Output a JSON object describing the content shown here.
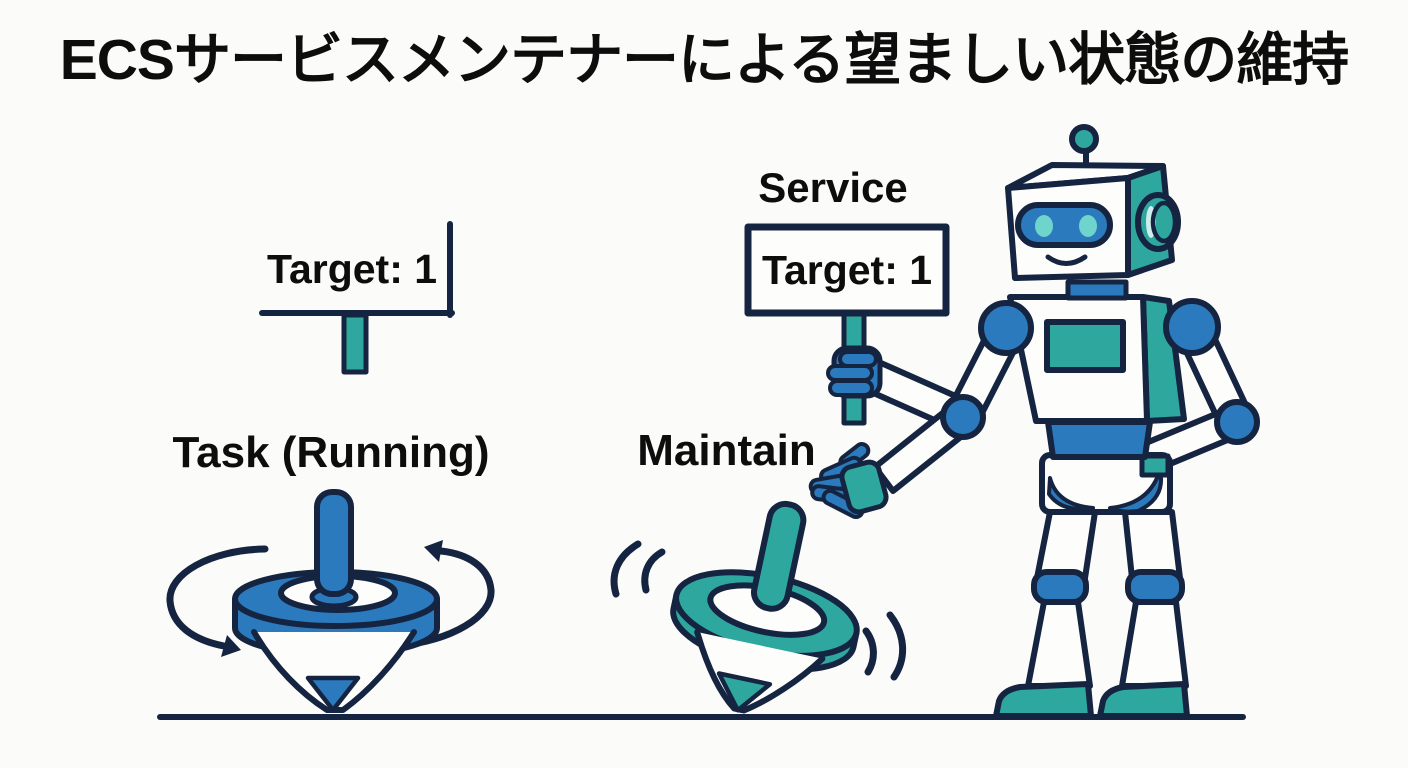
{
  "title": "ECSサービスメンテナーによる望ましい状態の維持",
  "scene": {
    "desired_state_sign": {
      "text": "Target: 1"
    },
    "service_sign": {
      "heading": "Service",
      "text": "Target: 1"
    },
    "running_top_label": "Task (Running)",
    "maintaining_top_label": "Maintain"
  },
  "colors": {
    "blue": "#2B7ABD",
    "teal": "#2EA79F",
    "outline": "#152440",
    "background": "#FBFBF9",
    "light_teal": "#6FD4CC"
  }
}
